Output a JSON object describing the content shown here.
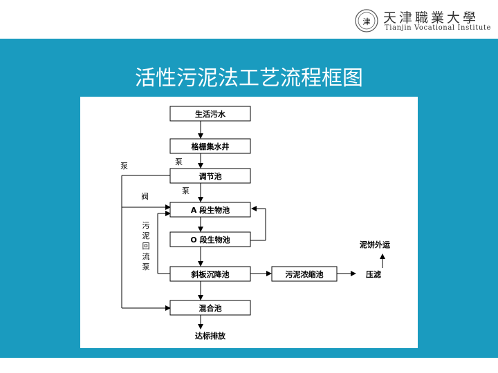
{
  "header": {
    "logo_cn": "天津職業大學",
    "logo_en": "Tianjin Vocational Institute",
    "seal_text": "津"
  },
  "title": "活性污泥法工艺流程框图",
  "diagram": {
    "nodes": {
      "domestic_sewage": "生活污水",
      "bar_screen_well": "格栅集水井",
      "equalization_tank": "调节池",
      "a_stage_tank": "A  段生物池",
      "o_stage_tank": "O 段生物池",
      "inclined_plate_settler": "斜板沉降池",
      "mixing_tank": "混合池",
      "sludge_thickener": "污泥浓缩池",
      "filter_press": "压滤",
      "sludge_cake_out": "泥饼外运",
      "discharge": "达标排放"
    },
    "labels": {
      "pump_1": "泵",
      "pump_2": "泵",
      "pump_left": "泵",
      "valve": "阀",
      "sludge_return_pump": [
        "污",
        "泥",
        "回",
        "流",
        "泵"
      ]
    }
  },
  "colors": {
    "slide_bg": "#1a9bbf",
    "title": "#ffffff",
    "box_border": "#000000"
  }
}
